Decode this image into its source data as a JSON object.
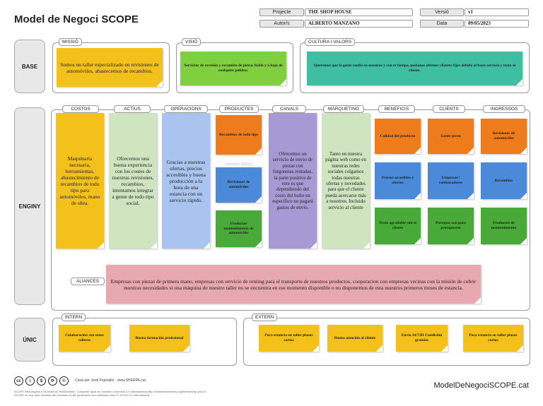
{
  "title": "Model de Negoci SCOPE",
  "meta": {
    "projecte_label": "Projecte",
    "projecte_value": "THE SHOP HOUSE",
    "autors_label": "Autor/s",
    "autors_value": "ALBERTO MANZANO",
    "versio_label": "Versió",
    "versio_value": "v1",
    "data_label": "Data",
    "data_value": "09/05/2023"
  },
  "sections": {
    "base": "BASE",
    "enginy": "ENGINY",
    "unic": "ÚNIC"
  },
  "base": {
    "missio_tab": "MISSIÓ",
    "missio_note": "Somos un taller especializado en revisiones de automóviles, abastecemos de recambios.",
    "visio_tab": "VISIÓ",
    "visio_note": "Servicios de revisión y recambio de piezas fiable y a bajo de cualquier público.",
    "cultura_tab": "CULTURA I VALORS",
    "cultura_note": "Queremos que la gente confíe en nosotros y con el tiempo, podamos obtener clientes fijos debido al buen servicio y trato al cliente."
  },
  "enginy": {
    "costos_tab": "COSTOS",
    "costos_note": "Maquinaria necesaria, herramientas, abastecimiento de recambios de todo tipo para automóviles, mano de obra.",
    "actius_tab": "ACTIUS",
    "actius_note": "Ofrecemos una buena experiencia con los costes de nuestras revisiones, recambios, intentamos integrar a gente de todo tipo social.",
    "operacions_tab": "OPERACIONS",
    "operacions_note": "Gracias a nuestras ofertas, precios accesibles y buena producción a la hora de una estancia con un servicio rápido.",
    "productes_tab": "PRODUCTES",
    "productes_notes": [
      "Recambios de todo tipo",
      "Revisiones de automóviles",
      "Productos mantenimiento de automóviles"
    ],
    "productes_ghost": "(serveis oferts)",
    "canals_tab": "CANALS",
    "canals_note": "Ofrecemos un servicio de envío de piezas con furgonetas rentadas, la parte positiva de este es que dependiendo del costo del bulto en específico no pagará gastos de envío.",
    "marqueting_tab": "MÀRQUETING",
    "marqueting_note": "Tanto en nuestra página web como en nuestras redes sociales colgamos todas nuestras ofertas y novedades para que el cliente pueda acercarse más a nosotros. Incluido servicio al cliente",
    "beneficis_tab": "BENEFICIS",
    "beneficis_notes": [
      "Calidad del producto",
      "Precios accesibles y ofertas",
      "Trato agradable con el cliente"
    ],
    "clients_tab": "CLIENTS",
    "clients_notes": [
      "Gente joven",
      "Empresas / colaboradores",
      "Personas con poco presupuesto"
    ],
    "ingressos_tab": "INGRESSOS",
    "ingressos_notes": [
      "Revisiones de automóviles",
      "Recambios",
      "Productos de mantenimiento"
    ],
    "aliances_tab": "ALIANCES",
    "aliances_note": "Empresas con piezas de primera mano, empresas con servicio de renting para el transporte de nuestros productos, cooperacion con empresas vecinas con la misión de cubrir nuestras necesidades si una máquina de nuestro taller no se encuentra en ese momento disponible o no disponemos de esta nuestros primeros meses de estancia."
  },
  "unic": {
    "intern_tab": "INTERN",
    "intern_notes": [
      "Colaboración con otros talleres",
      "Buena formación profesional"
    ],
    "extern_tab": "EXTERN",
    "extern_notes": [
      "Poca estancia en taller plazos cortos",
      "Buena atención al cliente",
      "Envío 24/72H Condición gratuita",
      "Poca estancia en taller plazos cortos"
    ]
  },
  "footer": {
    "icons": [
      "cc-icon",
      "by-icon",
      "nc-icon",
      "sa-icon",
      "logo-icon"
    ],
    "icon_glyphs": [
      "cc",
      "i",
      "$",
      "⟳",
      "©"
    ],
    "credit": "Creat per Jordi Pujolràfol · www.SHERPA.cat",
    "small_1": "SCOPE està inspirat a l'Activitat de Ranurament / Compartir Igual de Creative Commons 4.0 Internacional http://creativecommons.org/licenses/by-sa/4.0/",
    "small_2": "SCOPE es una obra derivada del business model generation.com utilitzada sota CC BYSA 3.0 Internacional",
    "site": "ModelDeNegociSCOPE.cat"
  },
  "colors": {
    "yellow": "#f4c01a",
    "green": "#7fcf3f",
    "orange": "#ef7c1c",
    "blue": "#4a8ad8",
    "dark_green": "#49aa3a",
    "teal": "#3fbfa2",
    "pink": "#e8a8b0",
    "light_purple": "#a79ad4"
  }
}
